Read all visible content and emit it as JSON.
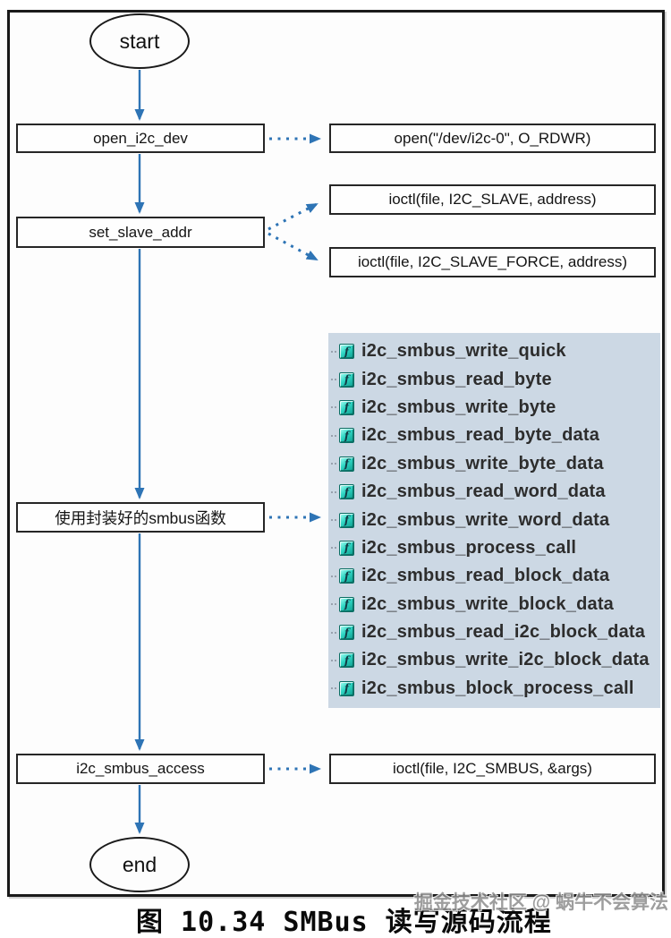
{
  "flow": {
    "start_label": "start",
    "end_label": "end",
    "steps": [
      {
        "label": "open_i2c_dev"
      },
      {
        "label": "set_slave_addr"
      },
      {
        "label": "使用封装好的smbus函数"
      },
      {
        "label": "i2c_smbus_access"
      }
    ],
    "calls": [
      {
        "label": "open(\"/dev/i2c-0\", O_RDWR)"
      },
      {
        "label": "ioctl(file, I2C_SLAVE, address)"
      },
      {
        "label": "ioctl(file, I2C_SLAVE_FORCE, address)"
      },
      {
        "label": "ioctl(file, I2C_SMBUS, &args)"
      }
    ]
  },
  "smbus_panel": {
    "icon": "function-icon",
    "icon_glyph": "f",
    "items": [
      "i2c_smbus_write_quick",
      "i2c_smbus_read_byte",
      "i2c_smbus_write_byte",
      "i2c_smbus_read_byte_data",
      "i2c_smbus_write_byte_data",
      "i2c_smbus_read_word_data",
      "i2c_smbus_write_word_data",
      "i2c_smbus_process_call",
      "i2c_smbus_read_block_data",
      "i2c_smbus_write_block_data",
      "i2c_smbus_read_i2c_block_data",
      "i2c_smbus_write_i2c_block_data",
      "i2c_smbus_block_process_call"
    ]
  },
  "caption": "图 10.34 SMBus 读写源码流程",
  "watermark": "掘金技术社区 @ 蜗牛不会算法",
  "colors": {
    "arrow": "#2e74b5",
    "panel_bg": "#ccd8e4",
    "box_border": "#262626",
    "icon_teal": "#2fd6c4"
  }
}
